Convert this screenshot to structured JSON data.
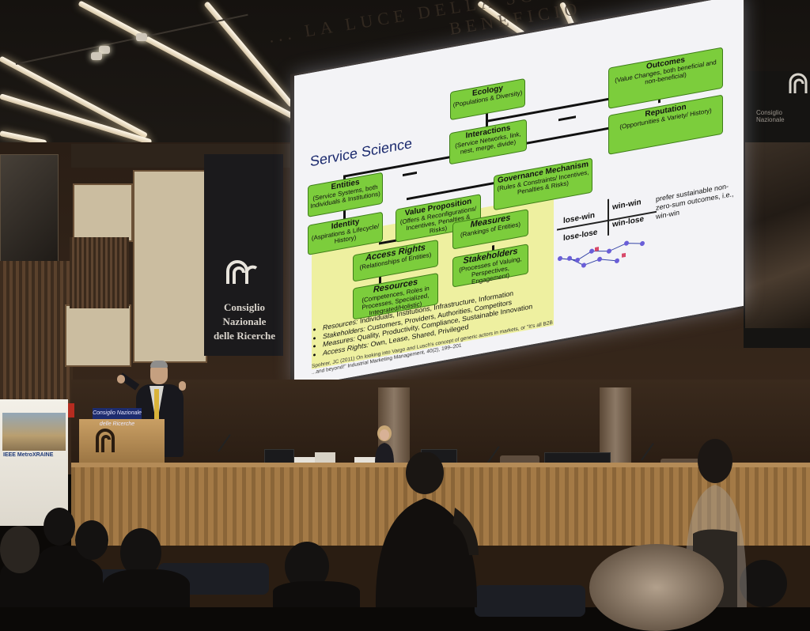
{
  "scene": {
    "wall_motto": "... LA LUCE DELLA SCIENZA CERCO E 'L BENEFICIO",
    "banner": {
      "line1": "Consiglio Nazionale",
      "line2": "delle Ricerche"
    },
    "right_label": "Consiglio Nazionale",
    "podium_sign": "Consiglio Nazionale delle Ricerche",
    "rollup_title": "IEEE MetroXRAINE"
  },
  "slide": {
    "title": "Service Science",
    "nodes": {
      "ecology": {
        "title": "Ecology",
        "sub": "(Populations & Diversity)"
      },
      "outcomes": {
        "title": "Outcomes",
        "sub": "(Value Changes, both beneficial and non-beneficial)"
      },
      "interactions": {
        "title": "Interactions",
        "sub": "(Service Networks, link, nest, merge, divide)"
      },
      "entities": {
        "title": "Entities",
        "sub": "(Service Systems, both Individuals & Institutions)"
      },
      "reputation": {
        "title": "Reputation",
        "sub": "(Opportunities & Variety/ History)"
      },
      "identity": {
        "title": "Identity",
        "sub": "(Aspirations & Lifecycle/ History)"
      },
      "value_prop": {
        "title": "Value Proposition",
        "sub": "(Offers & Reconfigurations/ Incentives, Penalties & Risks)"
      },
      "governance": {
        "title": "Governance Mechanism",
        "sub": "(Rules & Constraints/ Incentives, Penalties & Risks)"
      },
      "access": {
        "title": "Access Rights",
        "sub": "(Relationships of Entities)"
      },
      "measures": {
        "title": "Measures",
        "sub": "(Rankings of Entities)"
      },
      "resources": {
        "title": "Resources",
        "sub": "(Competences, Roles in Processes, Specialized, Integrated/Holistic)"
      },
      "stakeholders": {
        "title": "Stakeholders",
        "sub": "(Processes of Valuing, Perspectives, Engagement)"
      }
    },
    "bullets": [
      {
        "term": "Resources:",
        "text": " Individuals, Institutions, Infrastructure, Information"
      },
      {
        "term": "Stakeholders:",
        "text": " Customers, Providers, Authorities, Competitors"
      },
      {
        "term": "Measures:",
        "text": " Quality, Productivity, Compliance, Sustainable Innovation"
      },
      {
        "term": "Access Rights:",
        "text": " Own, Lease, Shared, Privileged"
      }
    ],
    "matrix": {
      "tl": "lose-win",
      "tr": "win-win",
      "bl": "lose-lose",
      "br": "win-lose"
    },
    "prefer_note": "prefer sustainable non-zero-sum outcomes, i.e., win-win",
    "citation": "Spohrer, JC (2011) On looking into Vargo and Lusch's concept of generic actors in markets, or \"It's all B2B ...and beyond!\" Industrial Marketing Management, 40(2), 199–201"
  },
  "colors": {
    "node_fill": "#7ccd3c",
    "node_border": "#3e7d18",
    "highlight": "#eef0a0",
    "title_blue": "#1b2a6e"
  }
}
